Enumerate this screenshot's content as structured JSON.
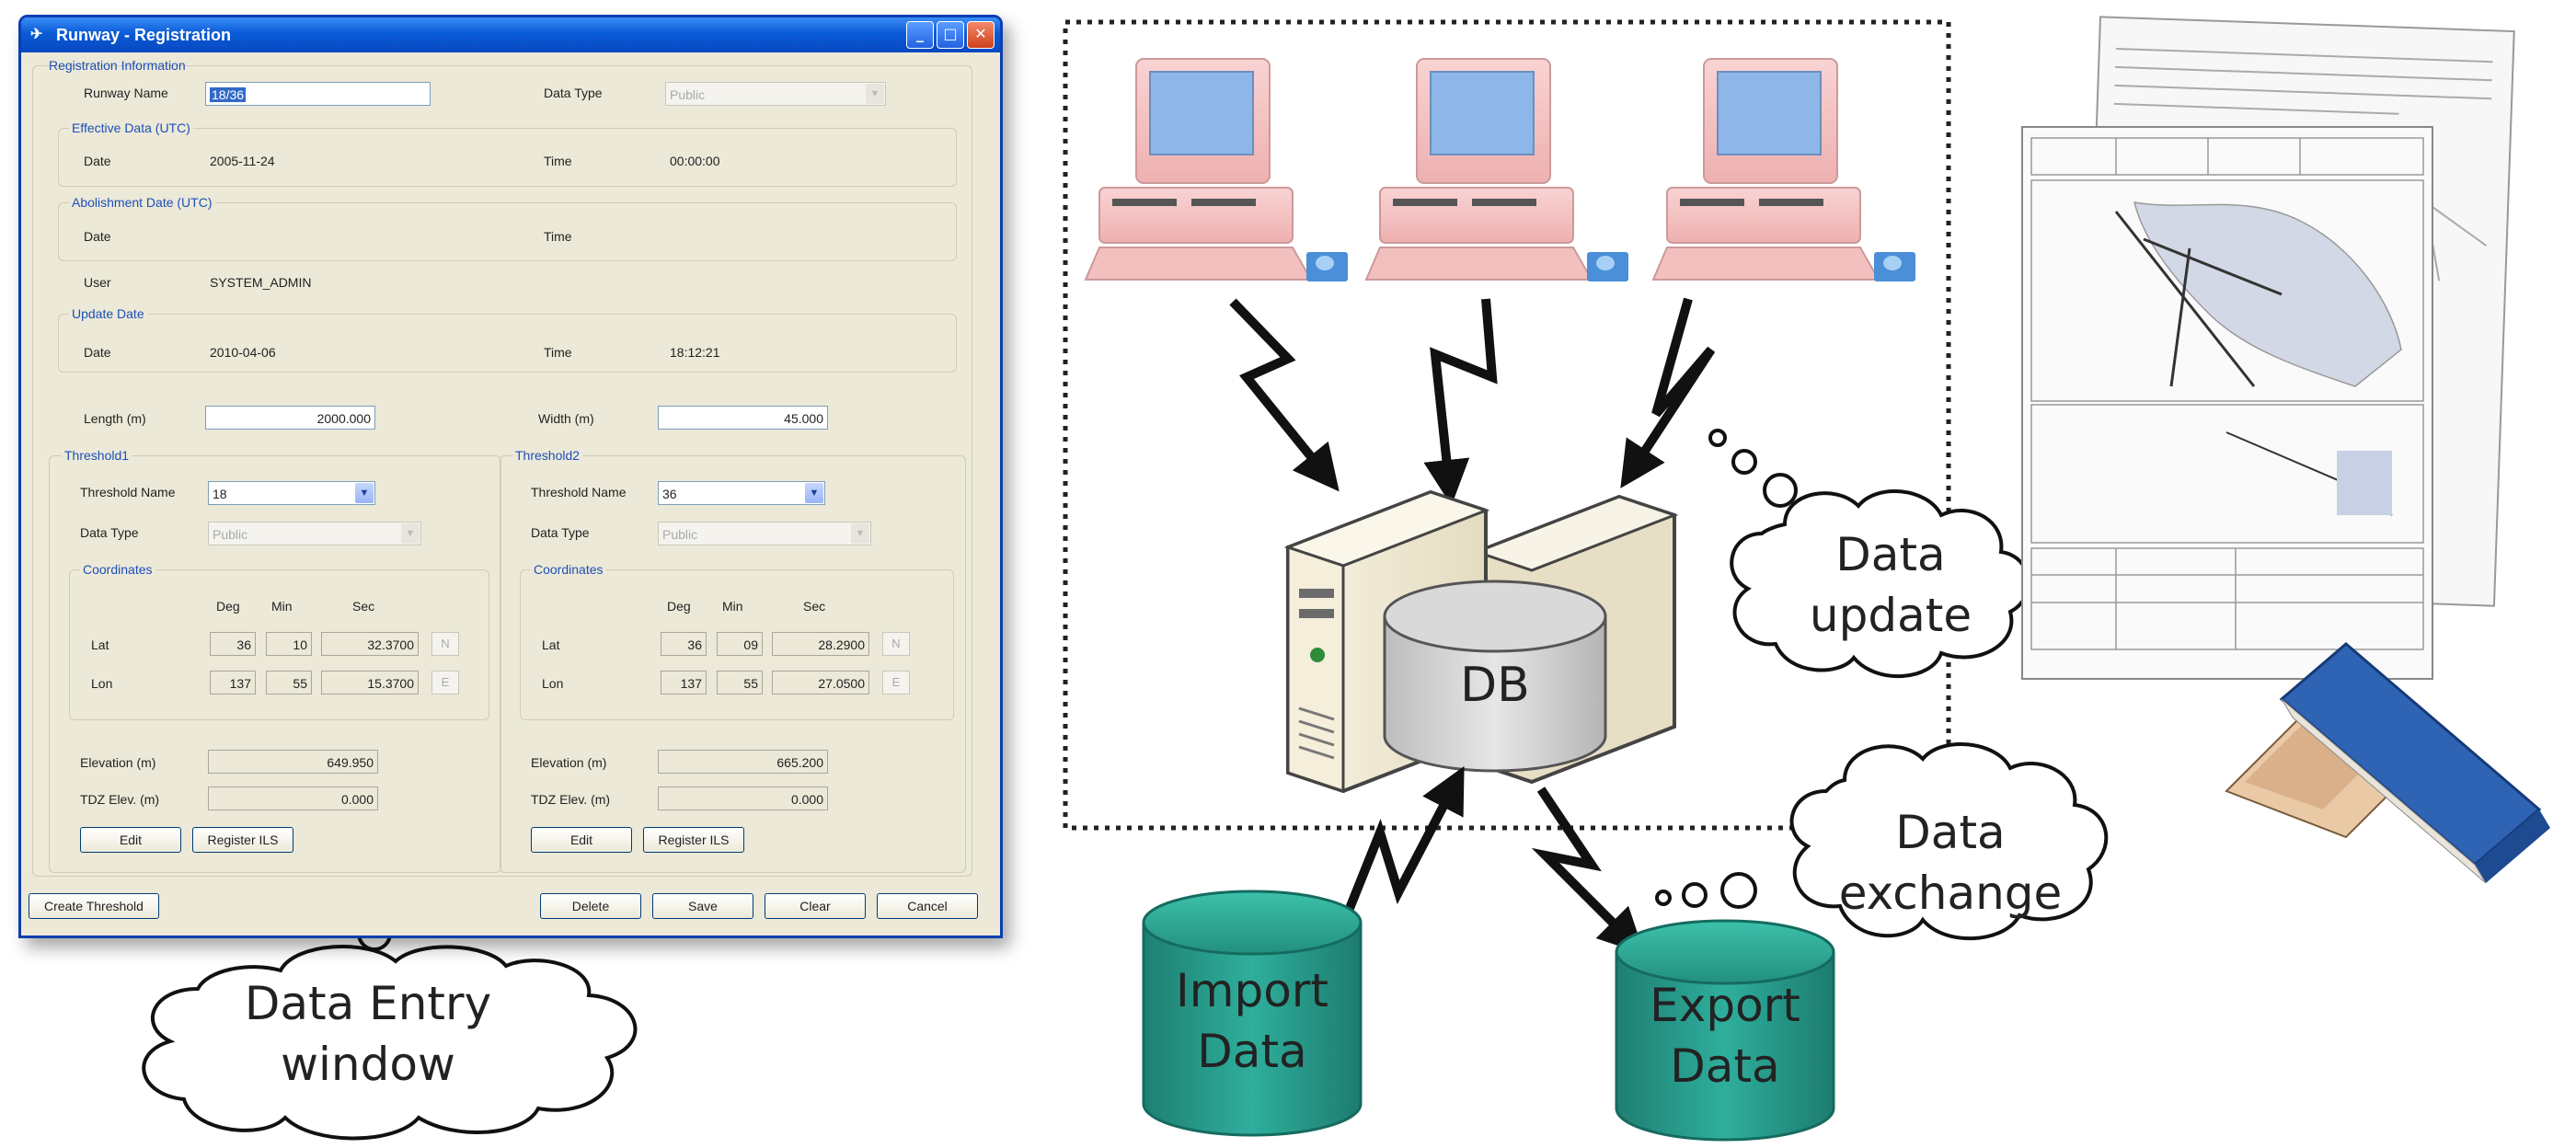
{
  "window": {
    "title": "Runway - Registration",
    "groups": {
      "registration_info": "Registration Information",
      "effective_date": "Effective Data (UTC)",
      "abolishment_date": "Abolishment Date (UTC)",
      "update_date": "Update Date",
      "threshold1": "Threshold1",
      "threshold2": "Threshold2",
      "coordinates": "Coordinates"
    },
    "runway_name_label": "Runway Name",
    "runway_name_value": "18/36",
    "data_type_label": "Data Type",
    "data_type_value": "Public",
    "date_label": "Date",
    "time_label": "Time",
    "effective_date_value": "2005-11-24",
    "effective_time_value": "00:00:00",
    "user_label": "User",
    "user_value": "SYSTEM_ADMIN",
    "update_date_value": "2010-04-06",
    "update_time_value": "18:12:21",
    "length_label": "Length (m)",
    "length_value": "2000.000",
    "width_label": "Width (m)",
    "width_value": "45.000",
    "threshold_name_label": "Threshold Name",
    "deg_label": "Deg",
    "min_label": "Min",
    "sec_label": "Sec",
    "lat_label": "Lat",
    "lon_label": "Lon",
    "elevation_label": "Elevation (m)",
    "tdz_label": "TDZ Elev. (m)",
    "edit_button": "Edit",
    "register_ils_button": "Register ILS",
    "t1": {
      "name": "18",
      "data_type": "Public",
      "lat": {
        "deg": "36",
        "min": "10",
        "sec": "32.3700",
        "hemi": "N"
      },
      "lon": {
        "deg": "137",
        "min": "55",
        "sec": "15.3700",
        "hemi": "E"
      },
      "elevation": "649.950",
      "tdz": "0.000"
    },
    "t2": {
      "name": "36",
      "data_type": "Public",
      "lat": {
        "deg": "36",
        "min": "09",
        "sec": "28.2900",
        "hemi": "N"
      },
      "lon": {
        "deg": "137",
        "min": "55",
        "sec": "27.0500",
        "hemi": "E"
      },
      "elevation": "665.200",
      "tdz": "0.000"
    },
    "buttons": {
      "create_threshold": "Create Threshold",
      "delete": "Delete",
      "save": "Save",
      "clear": "Clear",
      "cancel": "Cancel"
    }
  },
  "diagram": {
    "data_entry_line1": "Data Entry",
    "data_entry_line2": "window",
    "data_update_line1": "Data",
    "data_update_line2": "update",
    "data_exchange_line1": "Data",
    "data_exchange_line2": "exchange",
    "db_label": "DB",
    "import_line1": "Import",
    "import_line2": "Data",
    "export_line1": "Export",
    "export_line2": "Data"
  },
  "colors": {
    "title_bar": "#0a5bd8",
    "dialog_bg": "#ece9d8",
    "group_text": "#1d4fb8",
    "pc_body": "#f5c6c6",
    "pc_screen": "#8fb6e8",
    "cylinder_teal": "#2a9a8a",
    "server_beige": "#f2ecd8"
  }
}
